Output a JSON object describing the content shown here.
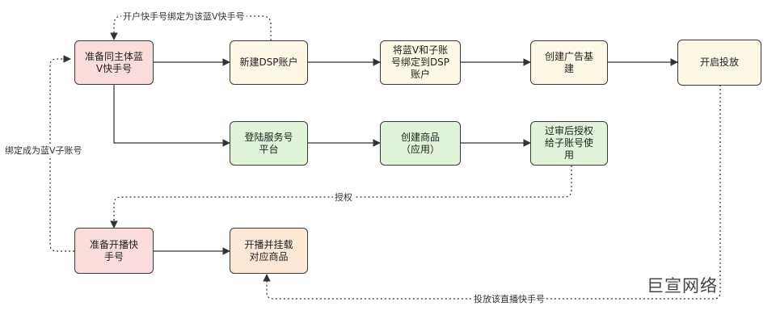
{
  "colors": {
    "pink": "#fbdcdd",
    "yellow": "#fdf8e4",
    "green": "#e1f3d8",
    "peach": "#fde8d6",
    "border": "#3a3a3a",
    "line": "#333333"
  },
  "nodes": {
    "prepare_blue_v": "准备同主体蓝\nV快手号",
    "new_dsp": "新建DSP账户",
    "bind_dsp": "将蓝V和子账\n号绑定到DSP\n账户",
    "create_ad": "创建广告基\n建",
    "start_ads": "开启投放",
    "login_service": "登陆服务号\n平台",
    "create_product": "创建商品\n（应用）",
    "authorize_sub": "过审后授权\n给子账号使\n用",
    "prepare_live": "准备开播快\n手号",
    "live_mount": "开播并挂载\n对应商品"
  },
  "labels": {
    "open_bind": "开户快手号绑定为该蓝V快手号",
    "bind_sub": "绑定成为蓝V子账号",
    "authorize": "授权",
    "deliver": "投放该直播快手号"
  },
  "watermark": "巨宣网络",
  "icons": {
    "arrow": "triangle-arrowhead"
  }
}
